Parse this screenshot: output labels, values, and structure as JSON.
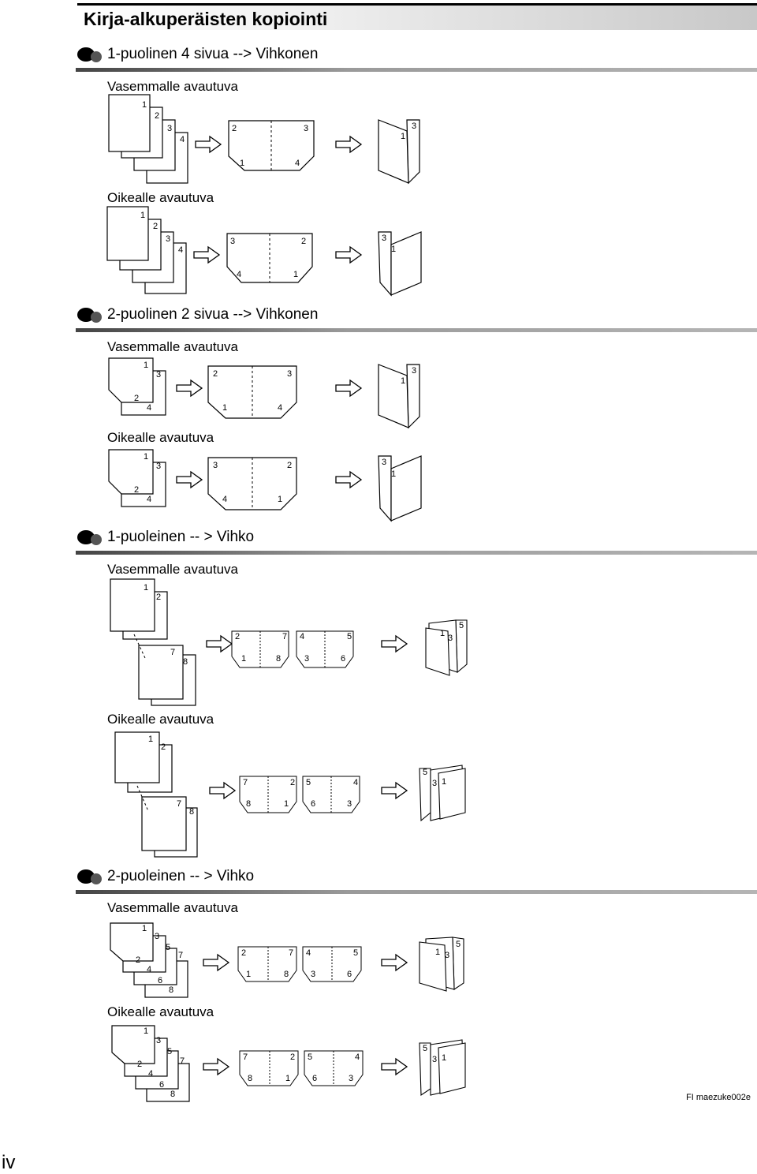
{
  "page_title": "Kirja-alkuperäisten kopiointi",
  "sections": [
    {
      "title": "1-puolinen 4 sivua --> Vihkonen",
      "left_label": "Vasemmalle avautuva",
      "right_label": "Oikealle avautuva"
    },
    {
      "title": "2-puolinen 2 sivua --> Vihkonen",
      "left_label": "Vasemmalle avautuva",
      "right_label": "Oikealle avautuva"
    },
    {
      "title": "1-puoleinen -- > Vihko",
      "left_label": "Vasemmalle avautuva",
      "right_label": "Oikealle avautuva"
    },
    {
      "title": "2-puoleinen -- > Vihko",
      "left_label": "Vasemmalle avautuva",
      "right_label": "Oikealle avautuva"
    }
  ],
  "figure_code": "FI    maezuke002e",
  "page_number": "iv",
  "bullet_icon": "pen-nib-bullet-icon",
  "arrow_icon": "hollow-right-arrow-icon"
}
